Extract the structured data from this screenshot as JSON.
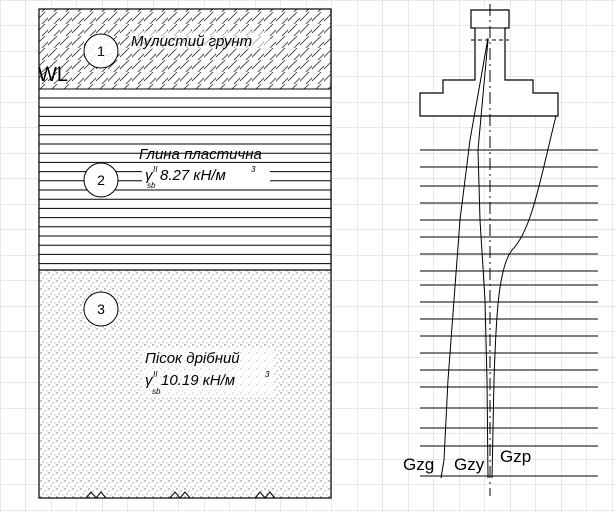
{
  "layers": [
    {
      "number": "1",
      "name": "Мулистий грунт",
      "gamma": ""
    },
    {
      "number": "2",
      "name": "Глина пластична",
      "gamma": "8.27 кН/м"
    },
    {
      "number": "3",
      "name": "Пісок дрібний",
      "gamma": "10.19 кН/м"
    }
  ],
  "symbols": {
    "gamma_letter": "γ",
    "gamma_sup": "II",
    "gamma_sub": "sb",
    "unit_power": "3"
  },
  "water_level": "WL",
  "stress_labels": {
    "gzg": "Gzg",
    "gzy": "Gzy",
    "gzp": "Gzp"
  },
  "colors": {
    "grid": "#d6d6d6",
    "line": "#000000",
    "sand_dots": "#666666"
  }
}
